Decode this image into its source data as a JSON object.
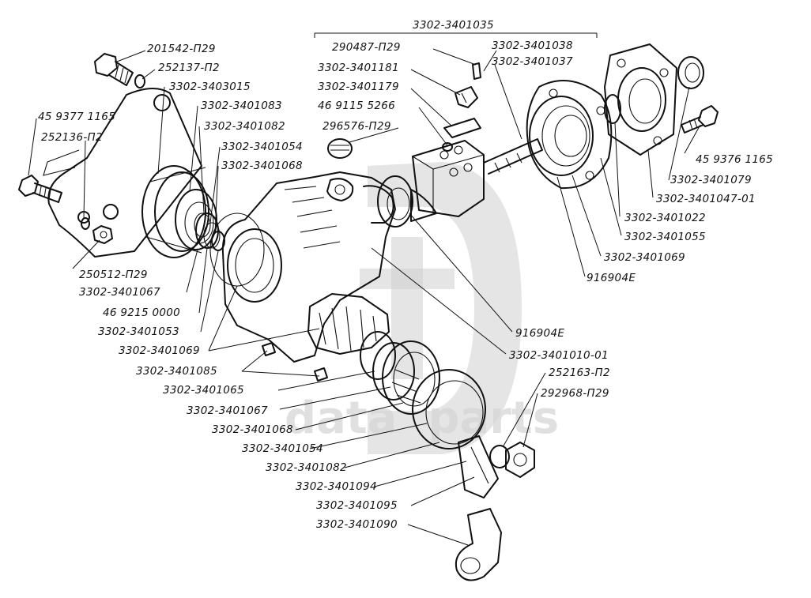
{
  "watermark": {
    "text": "data  parts",
    "color": "#d4d4d4"
  },
  "labels": {
    "l_3401035": "3302-3401035",
    "l_290487": "290487-П29",
    "l_3401038": "3302-3401038",
    "l_3401037": "3302-3401037",
    "l_3401181": "3302-3401181",
    "l_3401179": "3302-3401179",
    "l_469115": "46 9115 5266",
    "l_296576": "296576-П29",
    "l_201542": "201542-П29",
    "l_252137": "252137-П2",
    "l_3403015": "3302-3403015",
    "l_3401083": "3302-3401083",
    "l_459377": "45 9377 1165",
    "l_3401082a": "3302-3401082",
    "l_252136": "252136-П2",
    "l_3401054a": "3302-3401054",
    "l_3401068a": "3302-3401068",
    "l_459376": "45 9376 1165",
    "l_3401079": "3302-3401079",
    "l_3401047": "3302-3401047-01",
    "l_3401022": "3302-3401022",
    "l_3401055": "3302-3401055",
    "l_3401069a": "3302-3401069",
    "l_916904a": "916904Е",
    "l_250512": "250512-П29",
    "l_3401067a": "3302-3401067",
    "l_469215": "46 9215 0000",
    "l_3401053": "3302-3401053",
    "l_3401069b": "3302-3401069",
    "l_916904b": "916904Е",
    "l_3401010": "3302-3401010-01",
    "l_3401085": "3302-3401085",
    "l_252163": "252163-П2",
    "l_292968": "292968-П29",
    "l_3401065": "3302-3401065",
    "l_3401067b": "3302-3401067",
    "l_3401068b": "3302-3401068",
    "l_3401054b": "3302-3401054",
    "l_3401082b": "3302-3401082",
    "l_3401094": "3302-3401094",
    "l_3401095": "3302-3401095",
    "l_3401090": "3302-3401090"
  }
}
